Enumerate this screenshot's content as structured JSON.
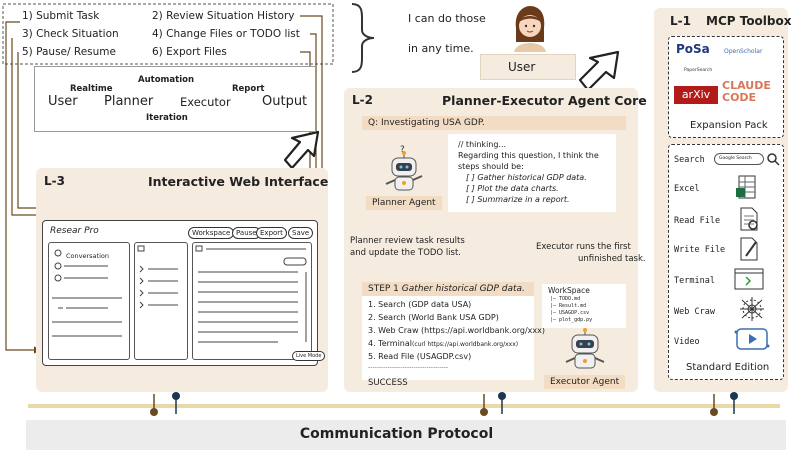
{
  "tasks": {
    "t1": "1) Submit Task",
    "t2": "2) Review Situation History",
    "t3": "3) Check Situation",
    "t4": "4) Change Files or TODO list",
    "t5": "5) Pause/ Resume",
    "t6": "6) Export Files"
  },
  "flow": {
    "user": "User",
    "realtime": "Realtime",
    "planner": "Planner",
    "automation": "Automation",
    "executor": "Executor",
    "report": "Report",
    "output": "Output",
    "iteration": "Iteration"
  },
  "user_block": {
    "speech_line1": "I can do those",
    "speech_line2": "in any time.",
    "label": "User"
  },
  "l3": {
    "tag": "L-3",
    "title": "Interactive Web Interface",
    "app_name": "Resear Pro",
    "conversation": "Conversation",
    "buttons": [
      "Workspace",
      "Pause",
      "Export",
      "Save"
    ],
    "live_mode": "Live Mode"
  },
  "l2": {
    "tag": "L-2",
    "title": "Planner-Executor Agent Core",
    "question": "Q: Investigating USA GDP.",
    "thinking": "// thinking...",
    "regarding1": "Regarding this question, I think the",
    "regarding2": "steps should be:",
    "steps": [
      "[ ] Gather historical GDP data.",
      "[ ] Plot the data charts.",
      "[ ] Summarize in a report."
    ],
    "planner_agent": "Planner Agent",
    "planner_review1": "Planner review task results",
    "planner_review2": "and update the TODO list.",
    "executor_runs1": "Executor runs the first",
    "executor_runs2": "unfinished task.",
    "step_prefix": "STEP 1",
    "step_title": "Gather historical GDP data.",
    "exec_steps": [
      "1. Search (GDP data USA)",
      "2. Search (World Bank USA GDP)",
      "3. Web Craw (https://api.worldbank.org/xxx)",
      "4. Terminal",
      "5. Read File (USAGDP.csv)"
    ],
    "terminal_detail": "(curl https://api.worldbank.org/xxx)",
    "separator": "-------------------------------------",
    "success": "SUCCESS",
    "workspace_title": "WorkSpace",
    "workspace_files": [
      "|— TODO.md",
      "|— Result.md",
      "|— USAGDP.csv",
      "|— plot_gdp.py"
    ],
    "executor_agent": "Executor Agent"
  },
  "l1": {
    "tag": "L-1",
    "title": "MCP Toolbox",
    "expansion_pack": "Expansion Pack",
    "logos": [
      "PoSa",
      "OpenScholar",
      "PaperSearch",
      "arXiv",
      "CLAUDE CODE"
    ],
    "tools": [
      "Search",
      "Excel",
      "Read File",
      "Write File",
      "Terminal",
      "Web Craw",
      "Video"
    ],
    "google_search": "Google Search",
    "standard_edition": "Standard Edition"
  },
  "protocol": "Communication Protocol",
  "colors": {
    "panel": "#f5ecdf",
    "chip": "#f3dcc4",
    "brown": "#6b4a1e",
    "timeline": "#e8d9a8",
    "navy": "#1e3550"
  }
}
